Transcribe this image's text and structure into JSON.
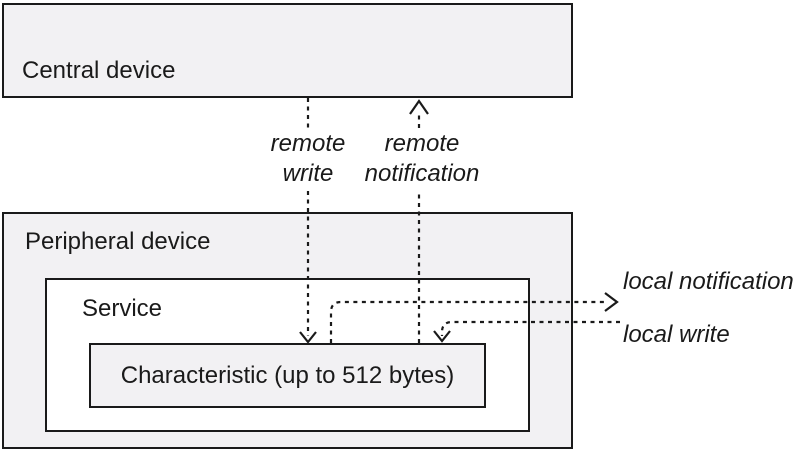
{
  "boxes": {
    "central_device": {
      "label": "Central device"
    },
    "peripheral_device": {
      "label": "Peripheral device"
    },
    "service": {
      "label": "Service"
    },
    "characteristic": {
      "label": "Characteristic (up to 512 bytes)"
    }
  },
  "arrows": {
    "remote_write": {
      "line1": "remote",
      "line2": "write",
      "direction": "down into characteristic"
    },
    "remote_notification": {
      "line1": "remote",
      "line2": "notification",
      "direction": "up into central device"
    },
    "local_notification": {
      "label": "local notification",
      "direction": "right out of characteristic"
    },
    "local_write": {
      "label": "local write",
      "direction": "down into characteristic"
    }
  },
  "colors": {
    "background": "#ffffff",
    "box_fill": "#f2f1f3",
    "service_fill": "#ffffff",
    "border": "#1a1a1a",
    "line": "#111111"
  }
}
